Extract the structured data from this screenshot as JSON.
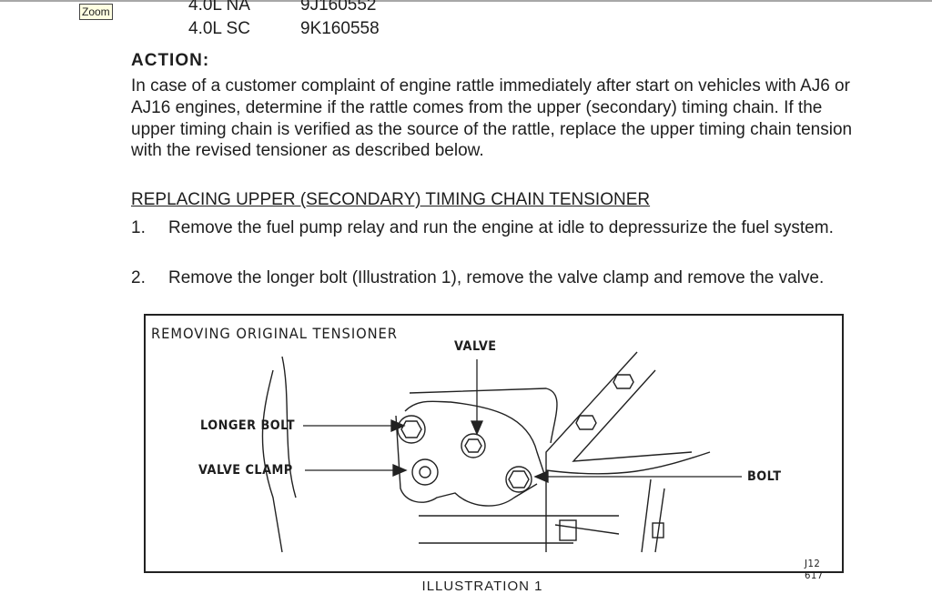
{
  "toolbar": {
    "zoom_label": "Zoom"
  },
  "table": [
    {
      "engine": "4.0L NA",
      "vin": "9J160552"
    },
    {
      "engine": "4.0L SC",
      "vin": "9K160558"
    }
  ],
  "action": {
    "heading": "ACTION:",
    "text": "In case of a customer complaint of engine rattle immediately after start on vehicles with AJ6 or AJ16 engines, determine if the rattle comes from the upper (secondary) timing chain.  If the upper timing chain is verified as the source of the rattle, replace the upper timing chain tension with the revised tensioner as described below."
  },
  "procedure": {
    "heading": "REPLACING UPPER (SECONDARY) TIMING CHAIN TENSIONER",
    "steps": [
      {
        "num": "1.",
        "text": "Remove the fuel pump relay and run the engine at idle to depressurize the fuel system."
      },
      {
        "num": "2.",
        "text": "Remove the longer bolt (Illustration 1), remove the valve clamp and remove the valve."
      }
    ]
  },
  "figure": {
    "title": "REMOVING ORIGINAL TENSIONER",
    "labels": {
      "valve": "VALVE",
      "longer_bolt": "LONGER BOLT",
      "valve_clamp": "VALVE CLAMP",
      "bolt": "BOLT"
    },
    "code": "J12 617",
    "caption": "ILLUSTRATION 1"
  }
}
